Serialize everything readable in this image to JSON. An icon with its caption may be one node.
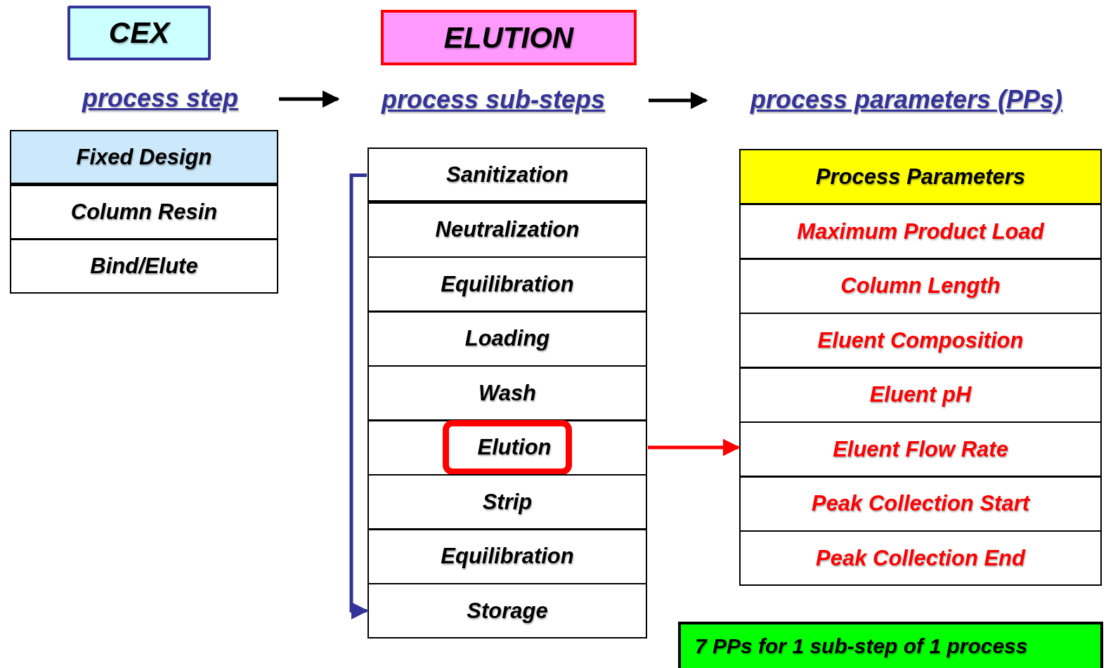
{
  "diagram": {
    "nodes": [
      {
        "text": [
          "CEX"
        ]
      },
      {
        "text": [
          "ELUTION"
        ]
      },
      {
        "text": [
          "process step"
        ]
      },
      {
        "text": [
          "process sub-steps"
        ]
      },
      {
        "text": [
          "process parameters (PPs)"
        ]
      },
      {
        "text": [
          "Fixed Design"
        ]
      },
      {
        "text": [
          "Column Resin"
        ]
      },
      {
        "text": [
          "Bind/Elute"
        ]
      },
      {
        "text": [
          "Sanitization"
        ]
      },
      {
        "text": [
          "Neutralization"
        ]
      },
      {
        "text": [
          "Equilibration"
        ]
      },
      {
        "text": [
          "Loading"
        ]
      },
      {
        "text": [
          "Wash"
        ]
      },
      {
        "text": [
          "Elution"
        ]
      },
      {
        "text": [
          "Strip"
        ]
      },
      {
        "text": [
          "Equilibration"
        ]
      },
      {
        "text": [
          "Storage"
        ]
      },
      {
        "text": [
          "Process Parameters"
        ]
      },
      {
        "text": [
          "Maximum Product Load"
        ]
      },
      {
        "text": [
          "Column Length"
        ]
      },
      {
        "text": [
          "Eluent Composition"
        ]
      },
      {
        "text": [
          "Eluent pH"
        ]
      },
      {
        "text": [
          "Eluent Flow Rate"
        ]
      },
      {
        "text": [
          "Peak Collection Start"
        ]
      },
      {
        "text": [
          "Peak Collection End"
        ]
      },
      {
        "text": [
          "7 PPs for 1 sub-step of 1 process"
        ]
      }
    ],
    "edges": [
      {
        "from": 2,
        "to": 3,
        "arrow": "to"
      },
      {
        "from": 3,
        "to": 4,
        "arrow": "to"
      },
      {
        "from": 13,
        "to": 22,
        "arrow": "to",
        "color": "#ff0000"
      },
      {
        "from": 8,
        "to": 16,
        "arrow": "to",
        "color": "#333399"
      }
    ]
  }
}
